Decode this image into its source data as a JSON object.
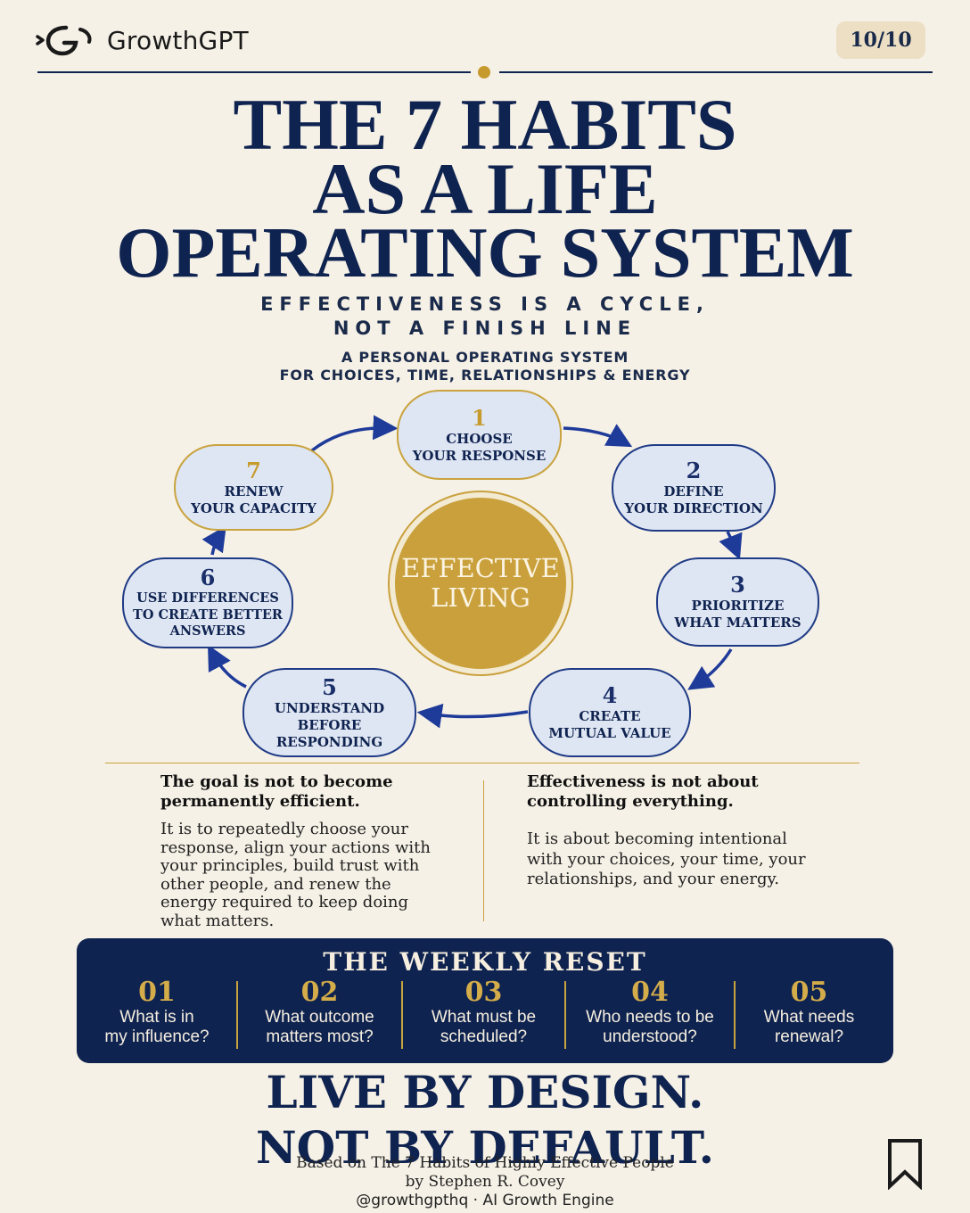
{
  "header": {
    "brand": "GrowthGPT",
    "page_indicator": "10/10"
  },
  "title": {
    "line1": "THE 7 HABITS",
    "line2": "AS A LIFE",
    "line3": "OPERATING SYSTEM"
  },
  "subtitle": {
    "line1": "EFFECTIVENESS IS A CYCLE,",
    "line2": "NOT A FINISH LINE"
  },
  "tagline_top": {
    "line1": "A PERSONAL OPERATING SYSTEM",
    "line2": "FOR CHOICES, TIME, RELATIONSHIPS & ENERGY"
  },
  "cycle": {
    "center_label": "EFFECTIVE\nLIVING",
    "habits": [
      {
        "num": "1",
        "label": "CHOOSE\nYOUR RESPONSE"
      },
      {
        "num": "2",
        "label": "DEFINE\nYOUR DIRECTION"
      },
      {
        "num": "3",
        "label": "PRIORITIZE\nWHAT MATTERS"
      },
      {
        "num": "4",
        "label": "CREATE\nMUTUAL VALUE"
      },
      {
        "num": "5",
        "label": "UNDERSTAND\nBEFORE RESPONDING"
      },
      {
        "num": "6",
        "label": "USE DIFFERENCES\nTO CREATE BETTER\nANSWERS"
      },
      {
        "num": "7",
        "label": "RENEW\nYOUR CAPACITY"
      }
    ]
  },
  "goal": {
    "left_heading": "The goal is not to become permanently efficient.",
    "left_body": "It is to repeatedly choose your response, align your actions with your principles, build trust with other people, and renew the energy required to keep doing what matters.",
    "right_heading": "Effectiveness is not about controlling everything.",
    "right_body": "It is about becoming intentional with your choices, your time, your relationships, and your energy."
  },
  "weekly_reset": {
    "title": "THE WEEKLY RESET",
    "steps": [
      {
        "num": "01",
        "text": "What is in\nmy influence?"
      },
      {
        "num": "02",
        "text": "What outcome\nmatters most?"
      },
      {
        "num": "03",
        "text": "What must be\nscheduled?"
      },
      {
        "num": "04",
        "text": "Who needs to be\nunderstood?"
      },
      {
        "num": "05",
        "text": "What needs\nrenewal?"
      }
    ]
  },
  "footer": {
    "tagline_line1": "LIVE BY DESIGN.",
    "tagline_line2": "NOT BY DEFAULT.",
    "credit_line1": "Based on The 7 Habits of Highly Effective People",
    "credit_line2": "by Stephen R. Covey",
    "handle": "@growthgpthq · AI Growth Engine"
  },
  "colors": {
    "navy": "#0f2350",
    "gold": "#c9a03b",
    "background": "#f6f1e6",
    "pill_fill": "#dfe6f3"
  },
  "icons": [
    "growthgpt-logo-icon",
    "bookmark-icon"
  ]
}
